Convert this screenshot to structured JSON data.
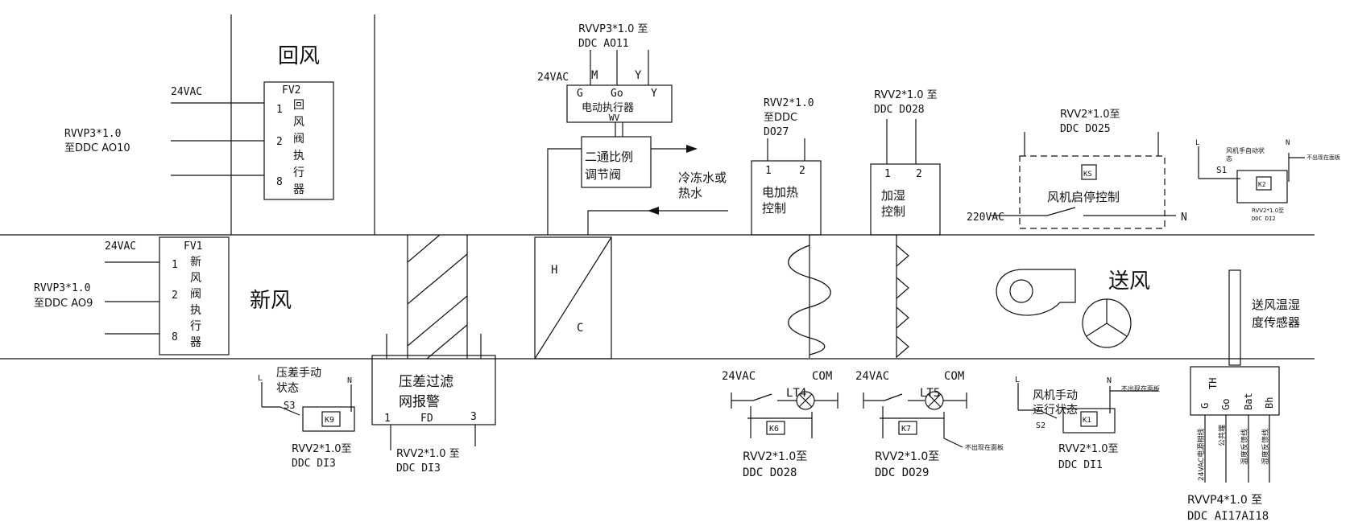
{
  "labels": {
    "return_air": "回风",
    "fresh_air": "新风",
    "supply_air": "送风",
    "chw_hw": [
      "冷冻水或",
      "热水"
    ],
    "fv2": {
      "power": "24VAC",
      "cable": "RVVP3*1.0",
      "dest": "至DDC AO10",
      "name": "FV2",
      "pins": [
        "1",
        "2",
        "8"
      ],
      "desc": [
        "回",
        "风",
        "阀",
        "执",
        "行",
        "器"
      ]
    },
    "fv1": {
      "power": "24VAC",
      "cable": "RVVP3*1.0",
      "dest": "至DDC AO9",
      "name": "FV1",
      "pins": [
        "1",
        "2",
        "8"
      ],
      "desc": [
        "新",
        "风",
        "阀",
        "执",
        "行",
        "器"
      ]
    },
    "valve": {
      "cable": "RVVP3*1.0 至",
      "dest": "DDC AO11",
      "power": "24VAC",
      "wire_m": "M",
      "wire_y": "Y",
      "pins": [
        "G",
        "Go",
        "Y"
      ],
      "actuator": "电动执行器",
      "wv": "WV",
      "body": [
        "二通比例",
        "调节阀"
      ]
    },
    "coil": {
      "h": "H",
      "c": "C"
    },
    "heater": {
      "cable": [
        "RVV2*1.0",
        "至DDC",
        "DO27"
      ],
      "pins": [
        "1",
        "2"
      ],
      "name": [
        "电加热",
        "控制"
      ]
    },
    "humid": {
      "cable": [
        "RVV2*1.0 至",
        "DDC DO28"
      ],
      "pins": [
        "1",
        "2"
      ],
      "name": [
        "加湿",
        "控制"
      ]
    },
    "fan_ctrl": {
      "cable": [
        "RVV2*1.0至",
        "DDC DO25"
      ],
      "relay": "KS",
      "label": "风机启停控制",
      "power": "220VAC",
      "neutral": "N"
    },
    "fan_auto": {
      "l": "L",
      "n": "N",
      "title": [
        "风机手自动状",
        "态"
      ],
      "s1": "S1",
      "k2": "K2",
      "panel": "不出现在面板",
      "cable": [
        "RVV2*1.0至",
        "DDC DI2"
      ]
    },
    "sensor": {
      "name": [
        "送风温湿",
        "度传感器"
      ],
      "pins": [
        "G",
        "TH",
        "Go",
        "Bat",
        "Bh"
      ],
      "wires": [
        "24VAC电源相线",
        "公共端",
        "温度反馈线",
        "湿度反馈线"
      ],
      "cable": [
        "RVVP4*1.0 至",
        "DDC AI17AI18"
      ]
    },
    "dp_manual": {
      "l": "L",
      "n": "N",
      "title": [
        "压差手动",
        "状态"
      ],
      "s3": "S3",
      "k9": "K9",
      "cable": [
        "RVV2*1.0至",
        "DDC DI3"
      ]
    },
    "filter": {
      "name": [
        "压差过滤",
        "网报警"
      ],
      "pins": [
        "1",
        "FD",
        "3"
      ],
      "cable": [
        "RVV2*1.0 至",
        "DDC DI3"
      ]
    },
    "lt4": {
      "power": "24VAC",
      "com": "COM",
      "lamp": "LT4",
      "relay": "K6",
      "cable": [
        "RVV2*1.0至",
        "DDC DO28"
      ]
    },
    "lt5": {
      "power": "24VAC",
      "com": "COM",
      "lamp": "LT5",
      "relay": "K7",
      "panel": "不出现在面板",
      "cable": [
        "RVV2*1.0至",
        "DDC DO29"
      ]
    },
    "fan_run": {
      "l": "L",
      "n": "N",
      "title": [
        "风机手动",
        "运行状态"
      ],
      "panel": "不出现在面板",
      "s2": "S2",
      "k1": "K1",
      "cable": [
        "RVV2*1.0至",
        "DDC DI1"
      ]
    }
  }
}
